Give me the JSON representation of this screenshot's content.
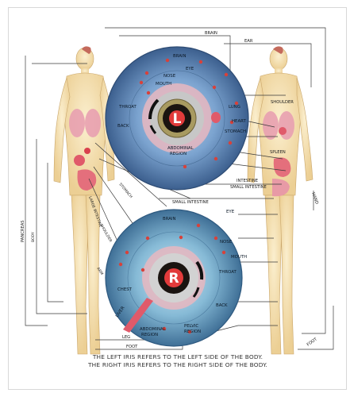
{
  "diagram": {
    "left_iris": {
      "letter": "L",
      "labels": {
        "brain": "BRAIN",
        "ear": "EAR",
        "eye": "EYE",
        "nose": "NOSE",
        "mouth": "MOUTH",
        "throat": "THROAT",
        "back": "BACK",
        "abdominal": "ABDOMINAL",
        "region": "REGION",
        "shoulder": "SHOULDER",
        "lung": "LUNG",
        "heart": "HEART",
        "stomach": "STOMACH",
        "spleen": "SPLEEN",
        "intestine": "INTESTINE",
        "small_intestine": "SMALL INTESTINE",
        "hand": "HAND"
      }
    },
    "right_iris": {
      "letter": "R",
      "labels": {
        "brain": "BRAIN",
        "eye": "EYE",
        "nose": "NOSE",
        "mouth": "MOUTH",
        "throat": "THROAT",
        "back": "BACK",
        "chest": "CHEST",
        "abdominal": "ABDOMINAL",
        "region": "REGION",
        "pelvic": "PELVIC",
        "pelvic_region": "REGION",
        "liver": "LIVER",
        "shoulder": "SHOULDER",
        "large_intestine": "LARGE INTESTINE",
        "stomach": "STOMACH",
        "small_intestine": "SMALL INTESTINE",
        "leg": "LEG",
        "foot": "FOOT"
      }
    },
    "side_labels": {
      "pancreas": "PANCREAS",
      "body": "BODY",
      "arm": "ARM",
      "hand": "HAND",
      "foot": "FOOT"
    },
    "caption": {
      "line1": "THE LEFT IRIS REFERS TO THE LEFT SIDE OF THE BODY.",
      "line2": "THE RIGHT IRIS REFERS TO THE RIGHT SIDE OF THE BODY."
    },
    "colors": {
      "iris_blue": "#6f97c4",
      "pupil_ring": "#a89a60",
      "pupil": "#1a1410",
      "organ_red": "#e05a6a",
      "skin": "#f6e3b8",
      "letter_dot": "#e23b3b"
    }
  }
}
